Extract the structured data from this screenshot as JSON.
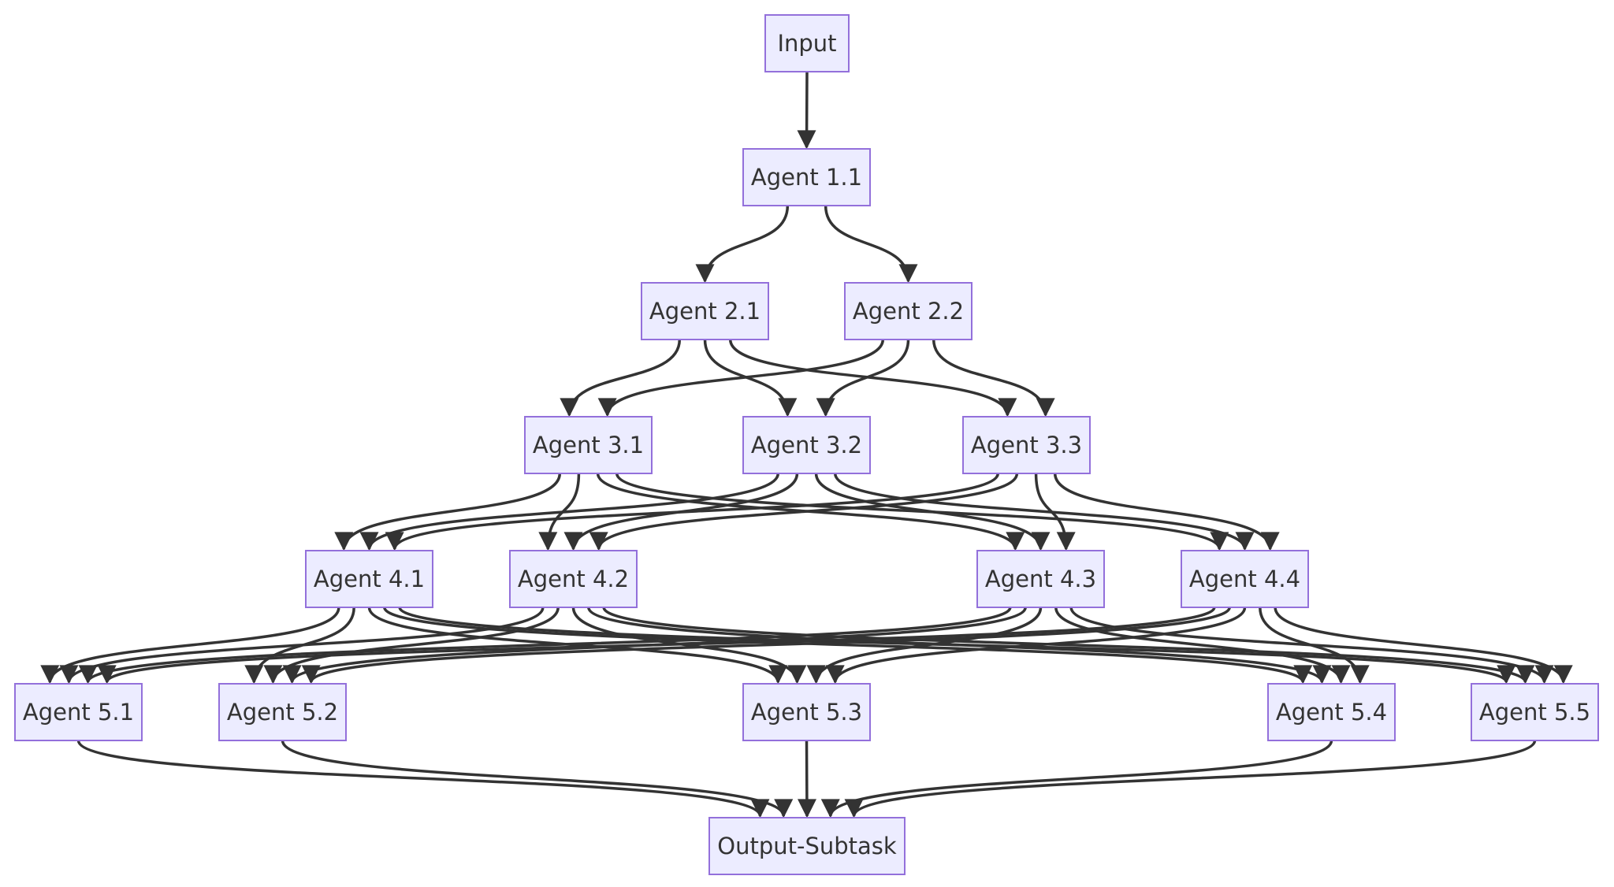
{
  "diagram": {
    "type": "flowchart",
    "direction": "top-down",
    "colors": {
      "node_fill": "#ECECFF",
      "node_border": "#9370DB",
      "edge": "#333333",
      "text": "#333333"
    },
    "layers": [
      [
        {
          "id": "input",
          "label": "Input"
        }
      ],
      [
        {
          "id": "a11",
          "label": "Agent 1.1"
        }
      ],
      [
        {
          "id": "a21",
          "label": "Agent 2.1"
        },
        {
          "id": "a22",
          "label": "Agent 2.2"
        }
      ],
      [
        {
          "id": "a31",
          "label": "Agent 3.1"
        },
        {
          "id": "a32",
          "label": "Agent 3.2"
        },
        {
          "id": "a33",
          "label": "Agent 3.3"
        }
      ],
      [
        {
          "id": "a41",
          "label": "Agent 4.1"
        },
        {
          "id": "a42",
          "label": "Agent 4.2"
        },
        {
          "id": "a43",
          "label": "Agent 4.3"
        },
        {
          "id": "a44",
          "label": "Agent 4.4"
        }
      ],
      [
        {
          "id": "a51",
          "label": "Agent 5.1"
        },
        {
          "id": "a52",
          "label": "Agent 5.2"
        },
        {
          "id": "a53",
          "label": "Agent 5.3"
        },
        {
          "id": "a54",
          "label": "Agent 5.4"
        },
        {
          "id": "a55",
          "label": "Agent 5.5"
        }
      ],
      [
        {
          "id": "output",
          "label": "Output-Subtask"
        }
      ]
    ],
    "connectivity": "each node connects to every node in the next layer"
  }
}
